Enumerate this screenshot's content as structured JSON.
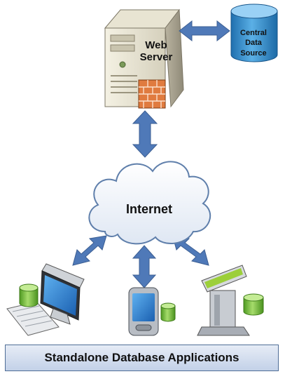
{
  "diagram": {
    "nodes": {
      "web_server": {
        "line1": "Web",
        "line2": "Server",
        "icon": "server-icon"
      },
      "central_data_source": {
        "line1": "Central",
        "line2": "Data",
        "line3": "Source",
        "icon": "database-icon"
      },
      "internet": {
        "label": "Internet",
        "icon": "cloud-icon"
      },
      "desktop": {
        "icon": "desktop-computer-icon"
      },
      "pda": {
        "icon": "pda-icon"
      },
      "kiosk": {
        "icon": "kiosk-icon"
      }
    },
    "footer": {
      "label": "Standalone Database Applications"
    },
    "colors": {
      "arrow": "#4f79b8",
      "arrow_stroke": "#3d5f93",
      "database": "#2d8ac8",
      "local_database": "#7bc043",
      "footer_border": "#4f6d96"
    }
  }
}
